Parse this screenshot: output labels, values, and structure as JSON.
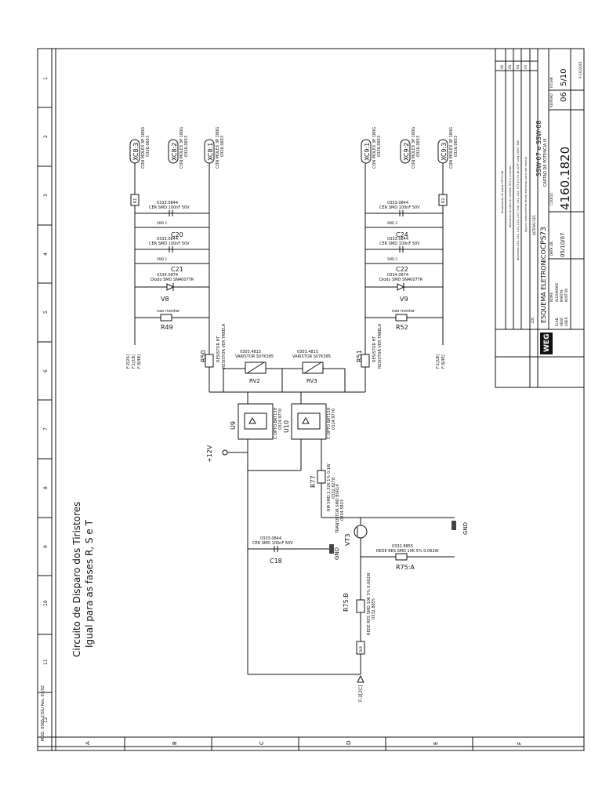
{
  "sheet": {
    "title_line1": "Circuito de Disparo dos Tiristores",
    "title_line2": "Igual para as fases R, S e T",
    "row_letters": [
      "A",
      "B",
      "C",
      "D",
      "E",
      "F"
    ],
    "col_numbers": [
      "1",
      "2",
      "3",
      "4",
      "5",
      "6",
      "7",
      "8",
      "9",
      "10",
      "11",
      "12"
    ],
    "bottom_note": "MOD. 0005-2/SIU Rev. 03/02"
  },
  "title_block": {
    "brand": "WEG",
    "description": "ESQUEMA ELETRONICO",
    "product": "CPS73",
    "subtitle": "CARTAO DE POTENCIA III",
    "series": "SSW-07 e SSW-08",
    "code_label": "CODIGO",
    "drawing_number": "4160.1820",
    "revision_label": "REVISAO",
    "revision": "06",
    "sheet_label": "FOLHA",
    "sheet": "5/10",
    "date_label": "DATA LIB.",
    "date": "05/10/07",
    "name_label": "NOME",
    "names": [
      "ALEXANDRE",
      "MARTIN",
      "NORTON"
    ],
    "roles": [
      "ELAB.",
      "VERIF.",
      "LIBER."
    ],
    "ldc": "LDC",
    "revisions": [
      {
        "rev": "06",
        "text": "Atualizacao da placa CPS73-A8"
      },
      {
        "rev": "05",
        "text": "Alteracao do valor do resistor R75 e inclusao"
      },
      {
        "rev": "04",
        "text": "Alterados C20, C21, C22, C23, C27, C40, C41, C42, C73 e C74 de 47nF para 100nF 58V"
      },
      {
        "rev": "03",
        "text": "Alguns componentes foram alterados para nao montar"
      }
    ],
    "revisions_header": "ALTERACOES",
    "corner_code": "P-CX32001"
  },
  "components": {
    "xc8_1": "XC8:1",
    "xc8_2": "XC8:2",
    "xc8_3": "XC8:3",
    "xc9_1": "XC9:1",
    "xc9_2": "XC9:2",
    "xc9_3": "XC9:3",
    "con_molex": "CON MOLEX 3P 180G",
    "con_code": "0326.0653",
    "k1": "K1",
    "k2": "K2",
    "cap_value": "CER SMD 100nF 50V",
    "cap_code": "0333.0844",
    "c20": "C20",
    "c21": "C21",
    "c24": "C24",
    "c22": "C22",
    "c18": "C18",
    "smd2": "SMD 2",
    "diode": "Diodo SMD SN4007TR",
    "diode_code": "0334.0874",
    "v8": "V8",
    "v9": "V9",
    "nao_montar": "nao montar",
    "r49": "R49",
    "r52": "R52",
    "r50": "R50",
    "r51": "R51",
    "resistor_ht": "RESISTOR HT",
    "resistor_ver": "RESISTOR VER TABELA",
    "varistor": "VARISTOR S07K385",
    "varistor_code": "0303.4815",
    "rv2": "RV2",
    "rv3": "RV3",
    "u9": "U9",
    "u10": "U10",
    "opto": "C OPTO BRT13H",
    "opto_code": "0324.9770",
    "supply": "+12V",
    "r77": "R77",
    "r77_value": "RM SMD 1.32K 1% 0.1W",
    "r77_code": "0332.8278",
    "transistor": "TRANSISTOR SMD BSR14",
    "transistor_code": "0334.5833",
    "vt3": "VT3",
    "r75a": "R75:A",
    "r75a_value": "REDE RES SMD 10K 5% 0.062W",
    "r75a_code": "0332.8855",
    "r75b": "R75:B",
    "r75b_value": "REDE RES SMD 10K 5% 0.062W",
    "r75b_code": "0332.8855",
    "gnd": "GND",
    "f_a": "F:2[2A]",
    "f_b": "F:1[1B]",
    "f_c": "F:3[4B]",
    "f_d": "F:1[1B]",
    "f_e": "F:3[4E]",
    "f_in": "F:3[2C]",
    "dsp": "DSP"
  }
}
